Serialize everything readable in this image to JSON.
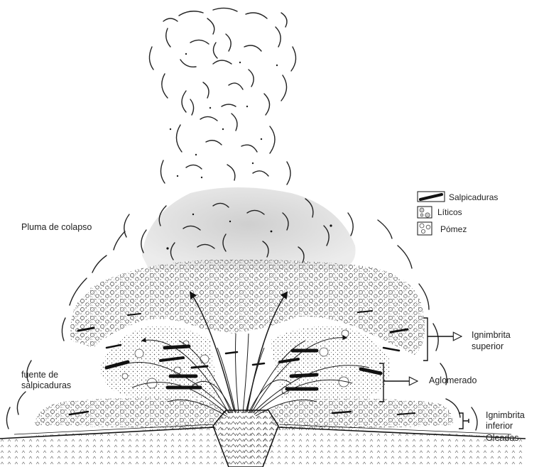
{
  "labels": {
    "collapse_plume": "Pluma de colapso",
    "spatter_fountain_line1": "fuente de",
    "spatter_fountain_line2": "salpicaduras",
    "upper_ignimbrite_line1": "Ignimbrita",
    "upper_ignimbrite_line2": "superior",
    "agglomerate": "Aglomerado",
    "lower_ignimbrite_line1": "Ignimbrita",
    "lower_ignimbrite_line2": "inferior",
    "surges": "Oleadas"
  },
  "legend": [
    {
      "label": "Salpicaduras",
      "icon": "spatter-icon"
    },
    {
      "label": "Líticos",
      "icon": "lithics-icon"
    },
    {
      "label": "Pómez",
      "icon": "pumice-icon"
    }
  ],
  "colors": {
    "ink": "#1a1a1a",
    "plume_gray": "#d9d9d9",
    "background": "#ffffff"
  }
}
